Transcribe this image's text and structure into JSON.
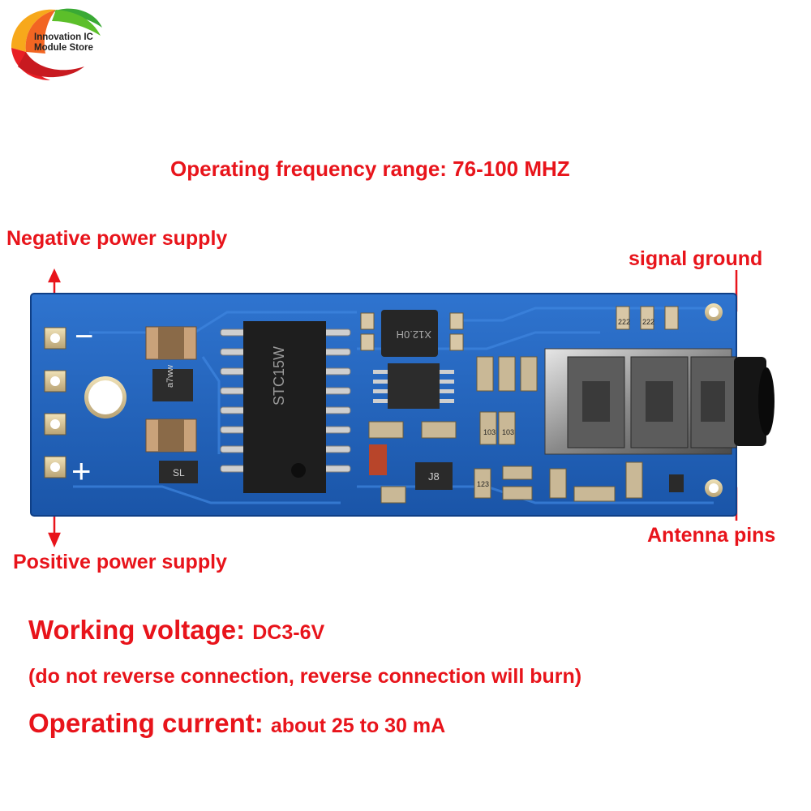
{
  "logo": {
    "line1": "Innovation IC",
    "line2": "Module Store"
  },
  "labels": {
    "frequency": "Operating frequency range: 76-100 MHZ",
    "negative_supply": "Negative power supply",
    "positive_supply": "Positive power supply",
    "signal_ground": "signal ground",
    "antenna_pins": "Antenna pins",
    "minus_sign": "−",
    "plus_sign": "+"
  },
  "specs": {
    "voltage_label": "Working voltage:",
    "voltage_value": "DC3-6V",
    "warning": "(do not reverse connection, reverse connection will burn)",
    "current_label": "Operating current:",
    "current_value": "about 25 to 30 mA"
  },
  "chip_markings": {
    "ic_main": "STC15W",
    "inductor": "X12.0H",
    "small_chip": "a7ww",
    "transistor": "J8",
    "diode": "SL",
    "res_1": "222",
    "res_2": "222",
    "res_3": "103",
    "res_4": "103",
    "res_5": "123"
  },
  "colors": {
    "accent_red": "#e8141b",
    "pcb_blue": "#1c5fb8",
    "pcb_dark": "#14479a"
  }
}
